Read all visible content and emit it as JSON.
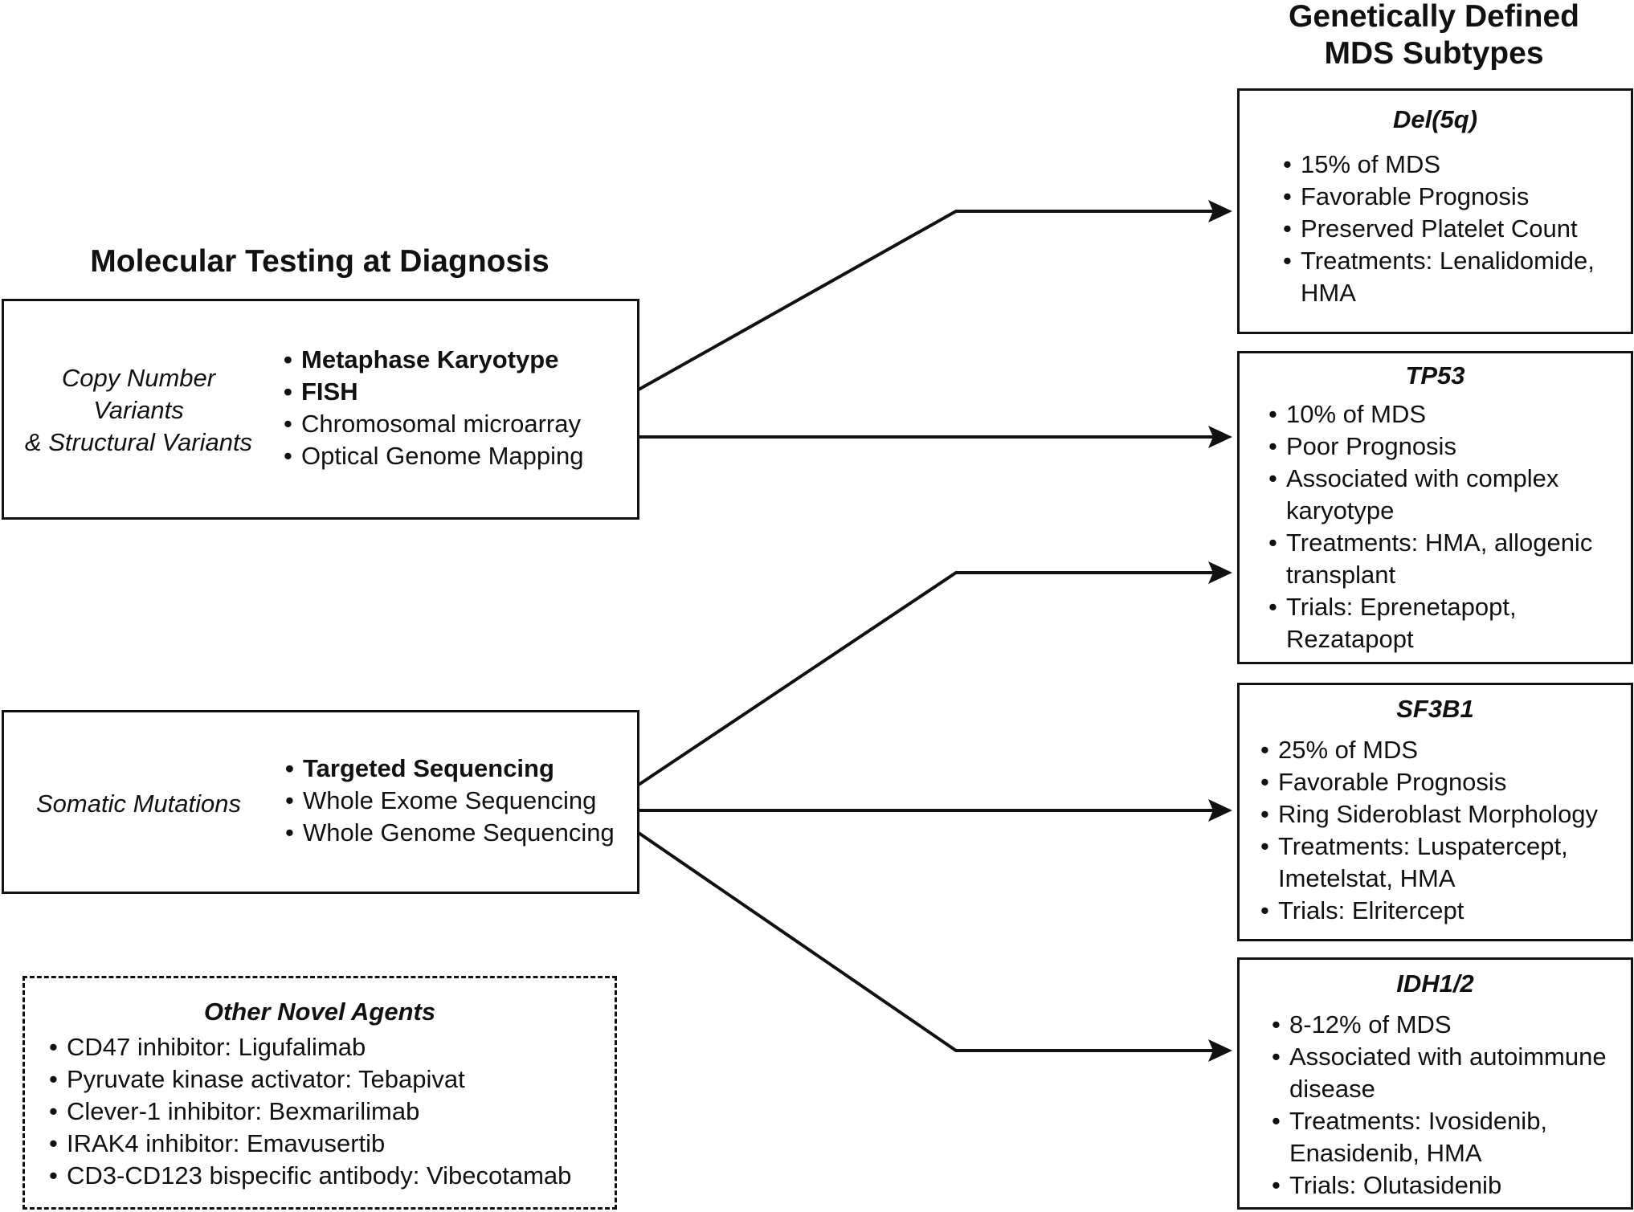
{
  "left_heading": "Molecular Testing at Diagnosis",
  "right_heading": [
    "Genetically Defined",
    "MDS Subtypes"
  ],
  "testing_boxes": [
    {
      "category": [
        "Copy Number",
        "Variants",
        "& Structural Variants"
      ],
      "methods": [
        {
          "label": "Metaphase Karyotype",
          "bold": true
        },
        {
          "label": "FISH",
          "bold": true
        },
        {
          "label": "Chromosomal microarray",
          "bold": false
        },
        {
          "label": "Optical Genome Mapping",
          "bold": false
        }
      ]
    },
    {
      "category": [
        "Somatic Mutations"
      ],
      "methods": [
        {
          "label": "Targeted Sequencing",
          "bold": true
        },
        {
          "label": "Whole Exome Sequencing",
          "bold": false
        },
        {
          "label": "Whole Genome Sequencing",
          "bold": false
        }
      ]
    }
  ],
  "other_agents": {
    "title": "Other Novel Agents",
    "items": [
      "CD47 inhibitor: Ligufalimab",
      "Pyruvate kinase activator: Tebapivat",
      "Clever-1 inhibitor: Bexmarilimab",
      "IRAK4 inhibitor: Emavusertib",
      "CD3-CD123 bispecific antibody: Vibecotamab"
    ]
  },
  "subtypes": [
    {
      "title": "Del(5q)",
      "items": [
        [
          "15% of MDS"
        ],
        [
          "Favorable Prognosis"
        ],
        [
          "Preserved Platelet Count"
        ],
        [
          "Treatments: Lenalidomide,",
          "HMA"
        ]
      ]
    },
    {
      "title": "TP53",
      "items": [
        [
          "10% of MDS"
        ],
        [
          "Poor Prognosis"
        ],
        [
          "Associated with complex",
          "karyotype"
        ],
        [
          "Treatments: HMA, allogenic",
          "transplant"
        ],
        [
          "Trials: Eprenetapopt,",
          "Rezatapopt"
        ]
      ]
    },
    {
      "title": "SF3B1",
      "items": [
        [
          "25% of MDS"
        ],
        [
          "Favorable Prognosis"
        ],
        [
          "Ring Sideroblast Morphology"
        ],
        [
          "Treatments: Luspatercept,",
          "Imetelstat, HMA"
        ],
        [
          "Trials: Elritercept"
        ]
      ]
    },
    {
      "title": "IDH1/2",
      "items": [
        [
          "8-12% of MDS"
        ],
        [
          "Associated with autoimmune",
          "disease"
        ],
        [
          "Treatments: Ivosidenib,",
          "Enasidenib, HMA"
        ],
        [
          "Trials: Olutasidenib"
        ]
      ]
    }
  ],
  "connections": [
    {
      "from": "Copy Number Variants & Structural Variants",
      "to": "Del(5q)"
    },
    {
      "from": "Copy Number Variants & Structural Variants",
      "to": "TP53"
    },
    {
      "from": "Somatic Mutations",
      "to": "TP53"
    },
    {
      "from": "Somatic Mutations",
      "to": "SF3B1"
    },
    {
      "from": "Somatic Mutations",
      "to": "IDH1/2"
    }
  ]
}
